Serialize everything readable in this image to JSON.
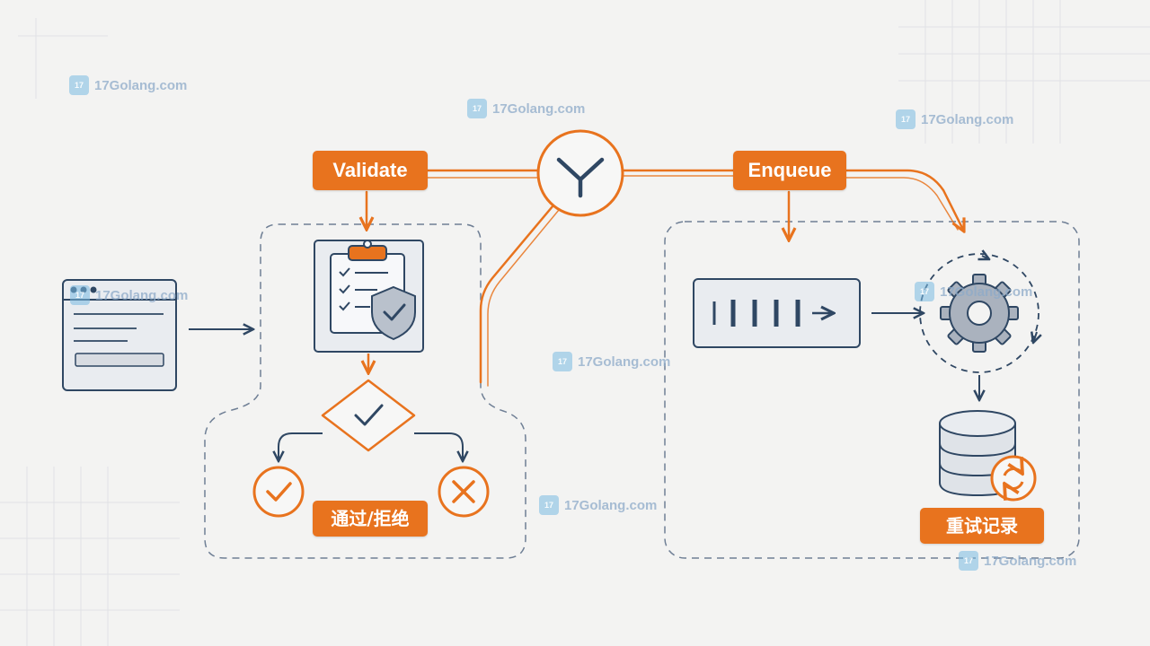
{
  "colors": {
    "accent": "#e8731e",
    "navy": "#2f4763",
    "dashed": "#6f7f95",
    "fill": "#e9ecf0",
    "background": "#f3f3f2"
  },
  "labels": {
    "validate": "Validate",
    "enqueue": "Enqueue",
    "pass_reject": "通过/拒绝",
    "retry_log": "重试记录"
  },
  "watermark": {
    "text": "17Golang.com"
  },
  "icons": [
    "browser-window-icon",
    "clipboard-shield-icon",
    "decision-diamond-icon",
    "approve-icon",
    "reject-icon",
    "merge-hub-icon",
    "queue-icon",
    "gear-icon",
    "database-retry-icon"
  ]
}
